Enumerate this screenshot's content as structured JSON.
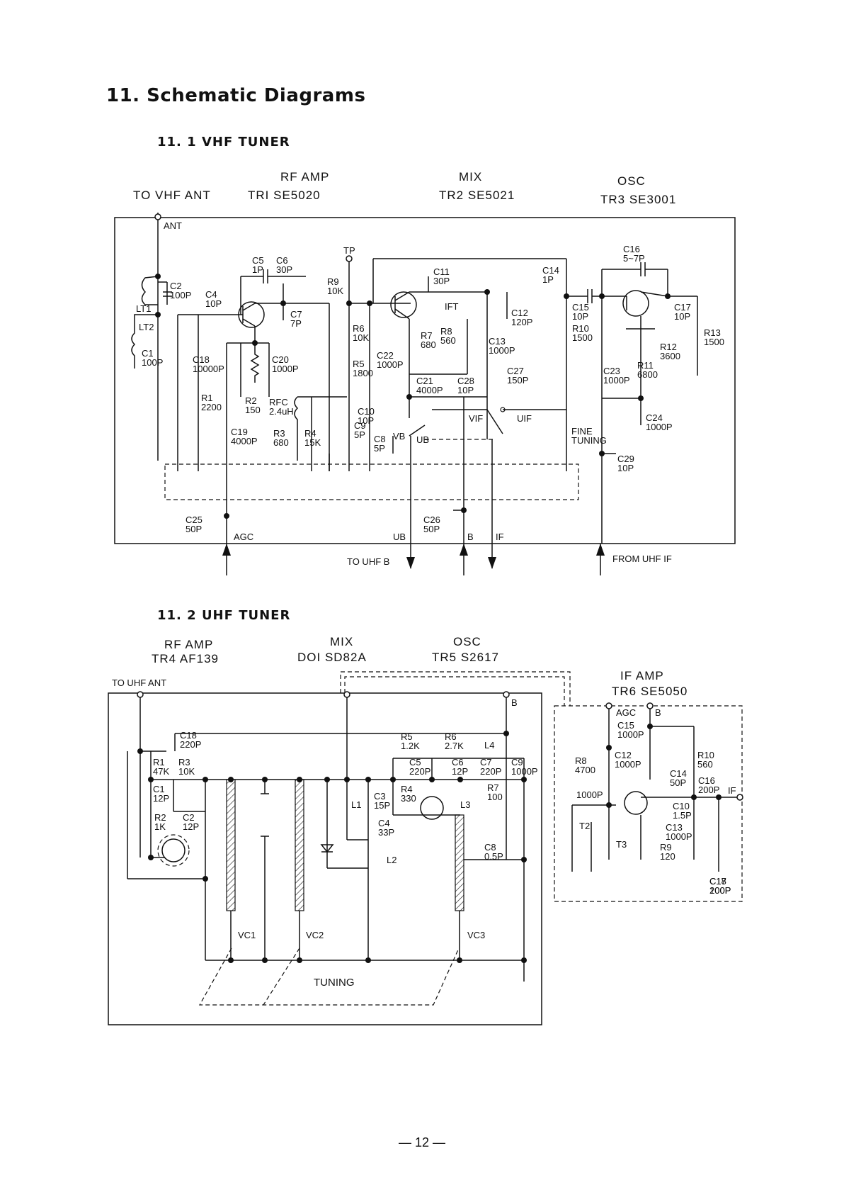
{
  "title": "11. Schematic Diagrams",
  "vhf": {
    "heading": "11. 1 VHF TUNER",
    "col_to_ant": "TO VHF ANT",
    "col_rf_name": "RF AMP",
    "col_rf_part": "TRI SE5020",
    "col_mix_name": "MIX",
    "col_mix_part": "TR2 SE5021",
    "col_osc_name": "OSC",
    "col_osc_part": "TR3 SE3001",
    "ant": "ANT",
    "tp": "TP",
    "agc": "AGC",
    "ub": "UB",
    "b": "B",
    "if": "IF",
    "vb": "VB",
    "ub2": "UB",
    "vif": "VIF",
    "uif": "UIF",
    "ift": "IFT",
    "fine_tuning": "FINE\nTUNING",
    "to_uhf_b": "TO UHF B",
    "from_uhf_if": "FROM UHF IF",
    "components": [
      "C2\n100P",
      "LT1",
      "LT2",
      "C1\n100P",
      "C4\n10P",
      "C5\n1P",
      "C6\n30P",
      "C7\n7P",
      "C18\n10000P",
      "C20\n1000P",
      "R1\n2200",
      "R2\n150",
      "RFC\n2.4uH",
      "C19\n4000P",
      "R3\n680",
      "R4\n15K",
      "R9\n10K",
      "R6\n10K",
      "R5\n1800",
      "C9\n5P",
      "C10\n10P",
      "C8\n5P",
      "C11\n30P",
      "R7\n680",
      "R8\n560",
      "C22\n1000P",
      "C21\n4000P",
      "C28\n10P",
      "C12\n120P",
      "C13\n1000P",
      "C27\n150P",
      "C14\n1P",
      "C15\n10P",
      "R10\n1500",
      "C16\n5~7P",
      "C17\n10P",
      "R13\n1500",
      "R12\n3600",
      "R11\n6800",
      "C23\n1000P",
      "C24\n1000P",
      "C29\n10P",
      "C25\n50P",
      "C26\n50P"
    ]
  },
  "uhf": {
    "heading": "11. 2 UHF TUNER",
    "col_rf_name": "RF AMP",
    "col_rf_part": "TR4 AF139",
    "col_mix_name": "MIX",
    "col_mix_part": "DOI SD82A",
    "col_osc_name": "OSC",
    "col_osc_part": "TR5 S2617",
    "if_amp_name": "IF AMP",
    "if_amp_part": "TR6 SE5050",
    "to_uhf_ant": "TO UHF ANT",
    "b": "B",
    "agc": "AGC",
    "b2": "B",
    "if": "IF",
    "tuning": "TUNING",
    "components": [
      "C18\n220P",
      "R1\n47K",
      "R3\n10K",
      "C1\n12P",
      "R2\n1K",
      "C2\n12P",
      "R5\n1.2K",
      "R6\n2.7K",
      "L4",
      "C5\n220P",
      "C6\n12P",
      "C7\n220P",
      "C9\n1000P",
      "R7\n100",
      "C3\n15P",
      "R4\n330",
      "L1",
      "C4\n33P",
      "L2",
      "L3",
      "C8\n0.5P",
      "VC1",
      "VC2",
      "VC3",
      "C15\n1000P",
      "R8\n4700",
      "C12\n1000P",
      "R10\n560",
      "C14\n50P",
      "C16\n200P",
      "1000P",
      "T2",
      "C10\n1.5P",
      "T3",
      "R9\n120",
      "C13\n1000P",
      "C17\n100P",
      "C18\n200P"
    ]
  },
  "page_number": "— 12 —"
}
